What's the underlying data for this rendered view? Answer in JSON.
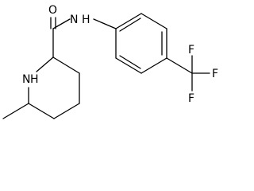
{
  "molecule": {
    "atoms": {
      "oxygen": "O",
      "amide_nitrogen": "N",
      "amide_hydrogen": "H",
      "ring_nitrogen": "N",
      "ring_hydrogen": "H",
      "fluorine_top": "F",
      "fluorine_right": "F",
      "fluorine_bottom": "F"
    }
  }
}
